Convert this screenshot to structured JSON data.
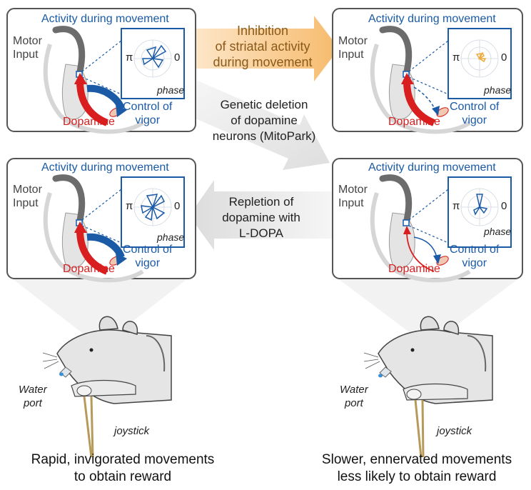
{
  "panels": [
    {
      "title": "Activity during movement",
      "motor_input": "Motor\nInput",
      "pi": "π",
      "zero": "0",
      "phase": "phase",
      "control": "Control of\nvigor",
      "dopamine": "Dopamine"
    },
    {
      "title": "Activity during movement",
      "motor_input": "Motor\nInput",
      "pi": "π",
      "zero": "0",
      "phase": "phase",
      "control": "Control of\nvigor",
      "dopamine": "Dopamine"
    },
    {
      "title": "Activity during movement",
      "motor_input": "Motor\nInput",
      "pi": "π",
      "zero": "0",
      "phase": "phase",
      "control": "Control of\nvigor",
      "dopamine": "Dopamine"
    },
    {
      "title": "Activity during movement",
      "motor_input": "Motor\nInput",
      "pi": "π",
      "zero": "0",
      "phase": "phase",
      "control": "Control of\nvigor",
      "dopamine": "Dopamine"
    }
  ],
  "arrows": {
    "inhibition": "Inhibition\nof striatal activity\nduring movement",
    "deletion": "Genetic deletion\nof dopamine\nneurons (MitoPark)",
    "repletion": "Repletion of\ndopamine with\nL-DOPA"
  },
  "mice": [
    {
      "water_port": "Water\nport",
      "joystick": "joystick",
      "caption": "Rapid, invigorated movements\nto obtain reward"
    },
    {
      "water_port": "Water\nport",
      "joystick": "joystick",
      "caption": "Slower, ennervated movements\nless likely to obtain reward"
    }
  ],
  "colors": {
    "blue": "#1a5aa6",
    "red": "#d81e1e",
    "orange": "#f0a93a",
    "brown": "#8a5a1a"
  }
}
